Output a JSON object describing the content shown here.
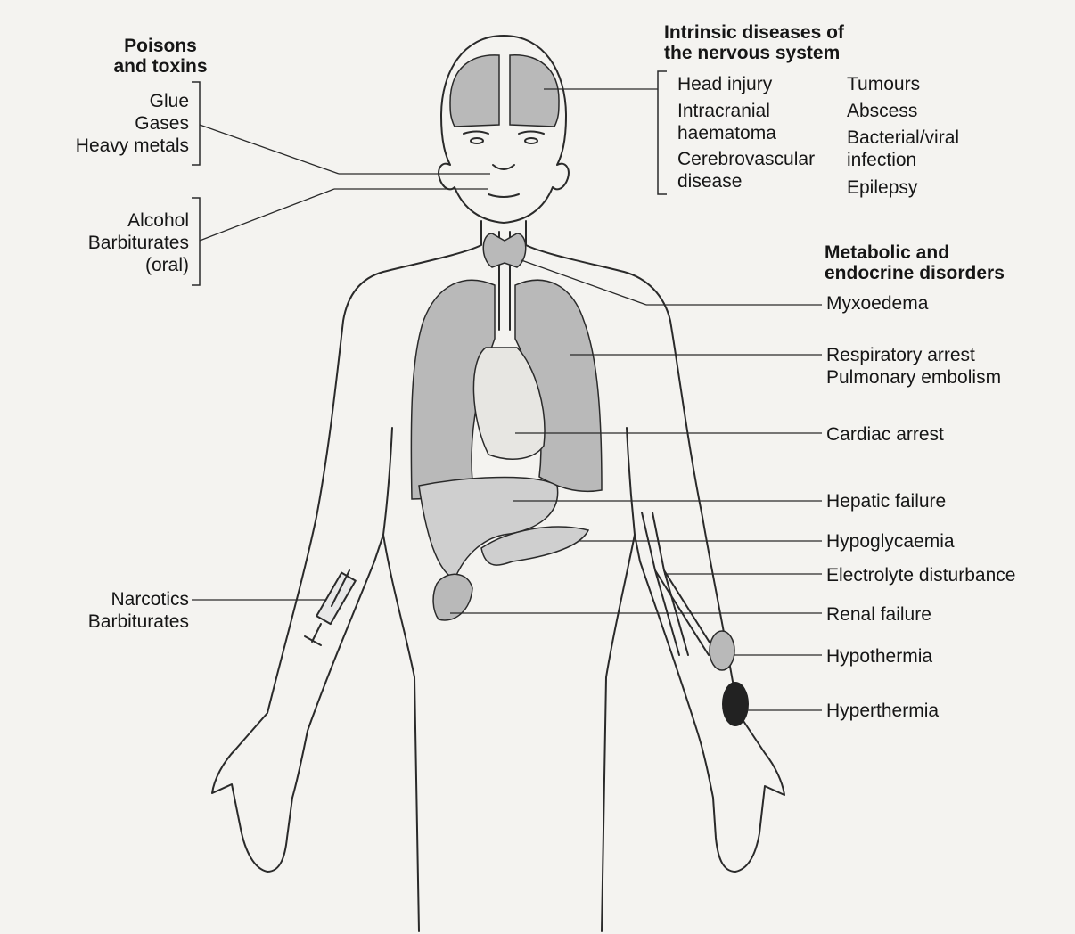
{
  "headings": {
    "poisons": "Poisons\nand toxins",
    "intrinsic": "Intrinsic diseases of\nthe nervous system",
    "metabolic": "Metabolic and\nendocrine disorders"
  },
  "left_labels": {
    "poisons_items": "Glue\nGases\nHeavy metals",
    "alcohol_items": "Alcohol\nBarbiturates\n(oral)",
    "narcotics_items": "Narcotics\nBarbiturates"
  },
  "intrinsic_items": {
    "col1": [
      "Head injury",
      "Intracranial\nhaematoma",
      "Cerebrovascular\ndisease"
    ],
    "col2": [
      "Tumours",
      "Abscess",
      "Bacterial/viral\ninfection",
      "Epilepsy"
    ]
  },
  "right_labels": {
    "myxoedema": "Myxoedema",
    "respiratory": "Respiratory arrest\nPulmonary embolism",
    "cardiac": "Cardiac arrest",
    "hepatic": "Hepatic failure",
    "hypoglycaemia": "Hypoglycaemia",
    "electrolyte": "Electrolyte disturbance",
    "renal": "Renal failure",
    "hypothermia": "Hypothermia",
    "hyperthermia": "Hyperthermia"
  },
  "colors": {
    "line": "#2a2a2a",
    "organ_fill": "#b9b9b9",
    "organ_fill_light": "#cfcfcf",
    "dark_patch": "#222222"
  }
}
